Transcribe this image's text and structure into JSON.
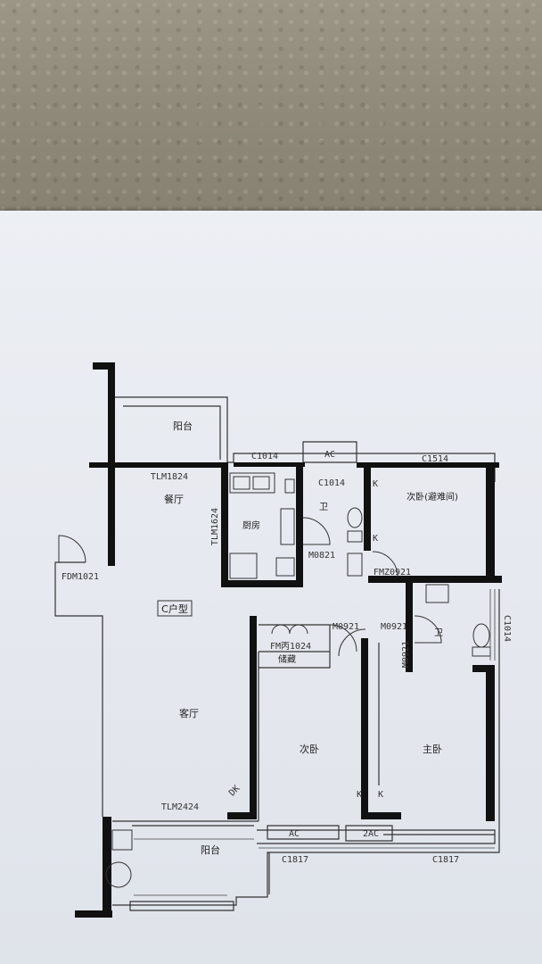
{
  "plan": {
    "rooms": {
      "balcony_top": "阳台",
      "dining": "餐厅",
      "kitchen": "厨房",
      "bath_1": "卫",
      "second_bed_refuge": "次卧(避难间)",
      "unit_type": "C户型",
      "storage": "储藏",
      "bath_2": "卫",
      "living": "客厅",
      "second_bed": "次卧",
      "master_bed": "主卧",
      "balcony_bottom": "阳台"
    },
    "codes": {
      "tlm1824": "TLM1824",
      "c1014_top": "C1014",
      "ac_top": "AC",
      "c1014_bath": "C1014",
      "c1514": "C1514",
      "tlm1624": "TLM1624",
      "fdm1021": "FDM1021",
      "m0821": "M0821",
      "fmz0921": "FMZ0921",
      "m0921_a": "M0921",
      "m0921_b": "M0921",
      "fm1024": "FM丙1024",
      "m0921_c": "M0921",
      "c1014_right": "C1014",
      "dk": "DK",
      "tlm2424": "TLM2424",
      "ac_bottom": "AC",
      "ac_2": "2AC",
      "c1817_a": "C1817",
      "c1817_b": "C1817",
      "k1": "K",
      "k2": "K",
      "k3": "K",
      "k4": "K"
    }
  }
}
